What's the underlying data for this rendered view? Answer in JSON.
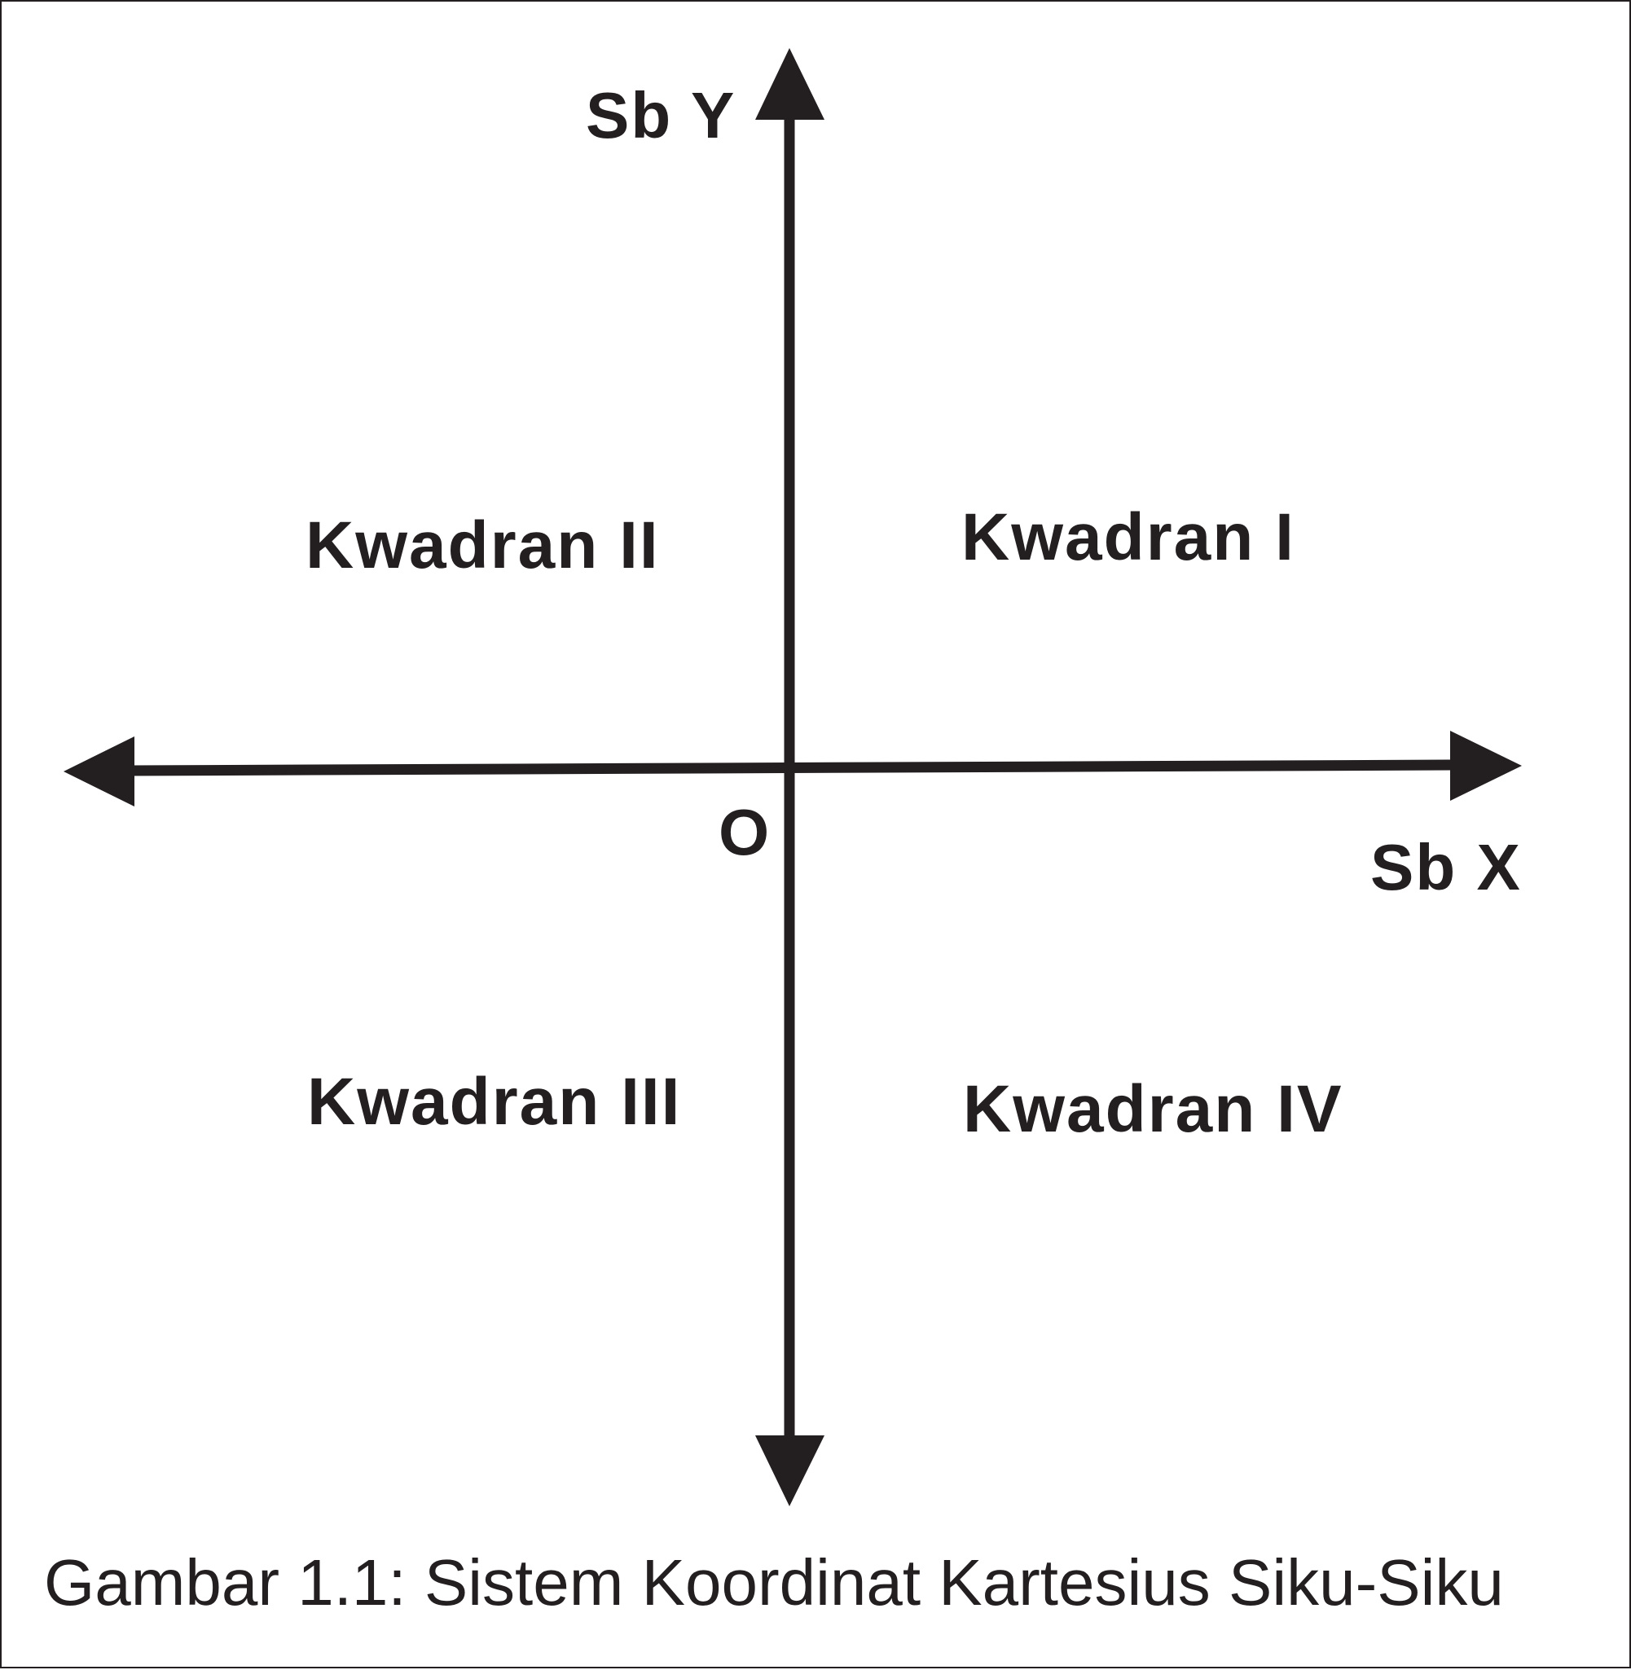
{
  "axes": {
    "y_label": "Sb Y",
    "x_label": "Sb X",
    "origin_label": "O"
  },
  "quadrants": {
    "q1": "Kwadran I",
    "q2": "Kwadran II",
    "q3": "Kwadran III",
    "q4": "Kwadran IV"
  },
  "caption": "Gambar 1.1: Sistem Koordinat Kartesius Siku-Siku",
  "colors": {
    "ink": "#231f20",
    "background": "#ffffff"
  }
}
